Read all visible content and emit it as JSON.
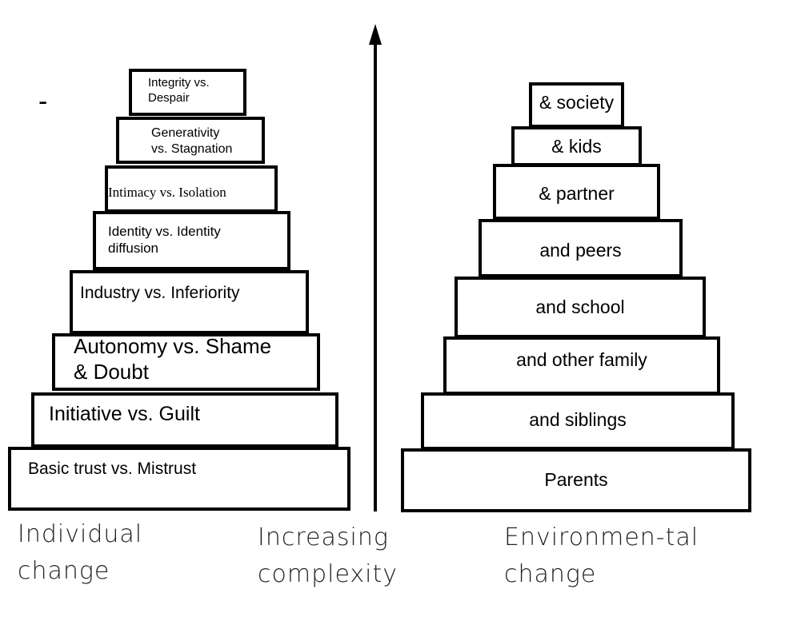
{
  "left_stack": [
    {
      "label": "Integrity vs.\nDespair"
    },
    {
      "label": "Generativity\nvs.  Stagnation"
    },
    {
      "label": "Intimacy vs.  Isolation"
    },
    {
      "label": "Identity vs. Identity\ndiffusion"
    },
    {
      "label": "Industry vs.  Inferiority"
    },
    {
      "label": "Autonomy vs.  Shame\n& Doubt"
    },
    {
      "label": "Initiative vs.  Guilt"
    },
    {
      "label": "Basic trust vs.  Mistrust"
    }
  ],
  "right_stack": [
    {
      "label": "& society"
    },
    {
      "label": "& kids"
    },
    {
      "label": "& partner"
    },
    {
      "label": "and peers"
    },
    {
      "label": "and school"
    },
    {
      "label": "and other family"
    },
    {
      "label": "and siblings"
    },
    {
      "label": "Parents"
    }
  ],
  "dash_mark": "-",
  "captions": {
    "left": "Individual\nchange",
    "middle": "Increasing\ncomplexity",
    "right": "Environmen-tal\nchange"
  }
}
